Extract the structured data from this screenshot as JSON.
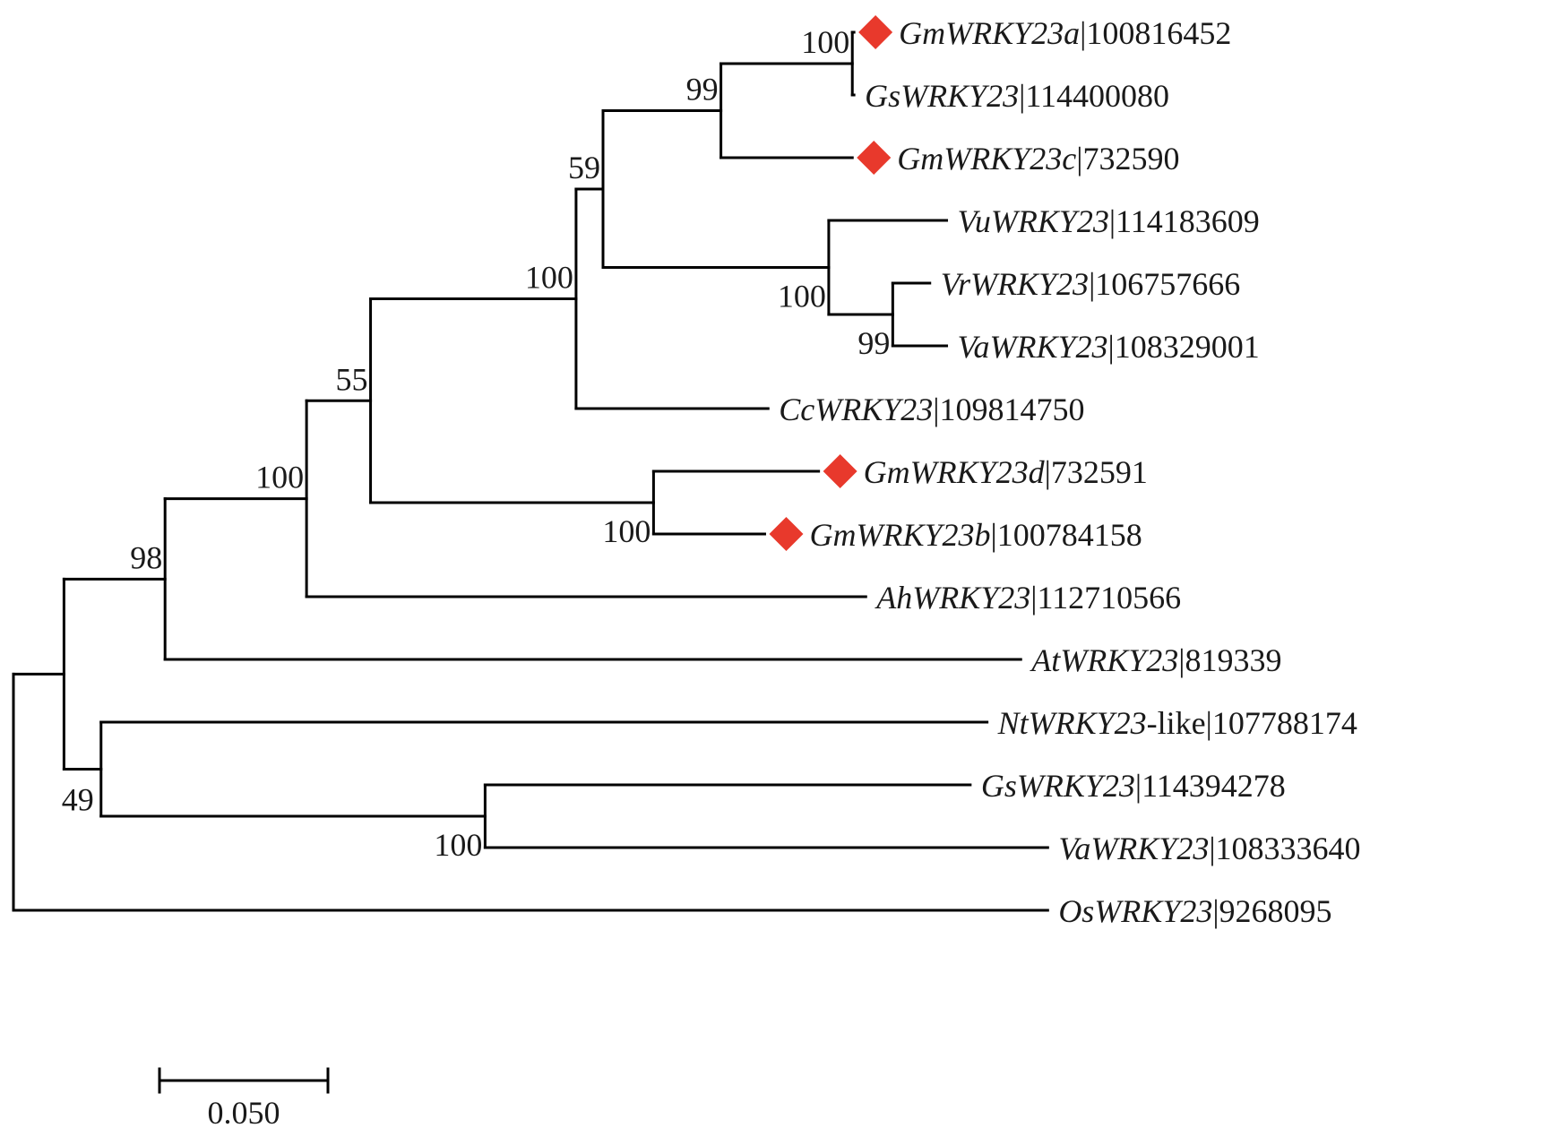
{
  "figure": {
    "marker_color": "#e8392c",
    "line_color": "#000000"
  },
  "tree": {
    "id": "root",
    "length": 0,
    "children": [
      {
        "id": "n_49_98",
        "length": 0.015,
        "children": [
          {
            "id": "n98",
            "length": 0.03,
            "support": "98",
            "support_side": "above",
            "children": [
              {
                "id": "n100a",
                "length": 0.042,
                "support": "100",
                "support_side": "above",
                "children": [
                  {
                    "id": "n55",
                    "length": 0.019,
                    "support": "55",
                    "support_side": "above",
                    "children": [
                      {
                        "id": "n100b",
                        "length": 0.061,
                        "support": "100",
                        "support_side": "above",
                        "children": [
                          {
                            "id": "n59",
                            "length": 0.008,
                            "support": "59",
                            "support_side": "above",
                            "children": [
                              {
                                "id": "n99a",
                                "length": 0.035,
                                "support": "99",
                                "support_side": "above",
                                "children": [
                                  {
                                    "id": "n100c",
                                    "length": 0.039,
                                    "support": "100",
                                    "support_side": "above",
                                    "children": [
                                      {
                                        "id": "GmWRKY23a",
                                        "length": 0.0005,
                                        "gene": "GmWRKY23a",
                                        "suffix": "|100816452",
                                        "marked": true
                                      },
                                      {
                                        "id": "GsWRKY23_a",
                                        "length": 0.0005,
                                        "gene": "GsWRKY23",
                                        "suffix": "|114400080",
                                        "marked": false
                                      }
                                    ]
                                  },
                                  {
                                    "id": "GmWRKY23c",
                                    "length": 0.039,
                                    "gene": "GmWRKY23c",
                                    "suffix": "|732590",
                                    "marked": true
                                  }
                                ]
                              },
                              {
                                "id": "n100d",
                                "length": 0.067,
                                "support": "100",
                                "support_side": "below",
                                "children": [
                                  {
                                    "id": "VuWRKY23",
                                    "length": 0.035,
                                    "gene": "VuWRKY23",
                                    "suffix": "|114183609",
                                    "marked": false
                                  },
                                  {
                                    "id": "n99b",
                                    "length": 0.019,
                                    "support": "99",
                                    "support_side": "below",
                                    "children": [
                                      {
                                        "id": "VrWRKY23",
                                        "length": 0.011,
                                        "gene": "VrWRKY23",
                                        "suffix": "|106757666",
                                        "marked": false
                                      },
                                      {
                                        "id": "VaWRKY23_a",
                                        "length": 0.016,
                                        "gene": "VaWRKY23",
                                        "suffix": "|108329001",
                                        "marked": false
                                      }
                                    ]
                                  }
                                ]
                              }
                            ]
                          },
                          {
                            "id": "CcWRKY23",
                            "length": 0.057,
                            "gene": "CcWRKY23",
                            "suffix": "|109814750",
                            "marked": false
                          }
                        ]
                      },
                      {
                        "id": "n100e",
                        "length": 0.084,
                        "support": "100",
                        "support_side": "below",
                        "children": [
                          {
                            "id": "GmWRKY23d",
                            "length": 0.049,
                            "gene": "GmWRKY23d",
                            "suffix": "|732591",
                            "marked": true
                          },
                          {
                            "id": "GmWRKY23b",
                            "length": 0.033,
                            "gene": "GmWRKY23b",
                            "suffix": "|100784158",
                            "marked": true
                          }
                        ]
                      }
                    ]
                  },
                  {
                    "id": "AhWRKY23",
                    "length": 0.166,
                    "gene": "AhWRKY23",
                    "suffix": "|112710566",
                    "marked": false
                  }
                ]
              },
              {
                "id": "AtWRKY23",
                "length": 0.254,
                "gene": "AtWRKY23",
                "suffix": "|819339",
                "marked": false
              }
            ]
          },
          {
            "id": "n49",
            "length": 0.011,
            "support": "49",
            "support_side": "below-left",
            "children": [
              {
                "id": "NtWRKY23like",
                "length": 0.263,
                "gene": "NtWRKY23",
                "suffix": "-like|107788174",
                "marked": false
              },
              {
                "id": "n100f",
                "length": 0.114,
                "support": "100",
                "support_side": "below",
                "children": [
                  {
                    "id": "GsWRKY23_b",
                    "length": 0.144,
                    "gene": "GsWRKY23",
                    "suffix": "|114394278",
                    "marked": false
                  },
                  {
                    "id": "VaWRKY23_b",
                    "length": 0.167,
                    "gene": "VaWRKY23",
                    "suffix": "|108333640",
                    "marked": false
                  }
                ]
              }
            ]
          }
        ]
      },
      {
        "id": "OsWRKY23",
        "length": 0.307,
        "gene": "OsWRKY23",
        "suffix": "|9268095",
        "marked": false
      }
    ]
  },
  "scale_bar": {
    "length": 0.05,
    "label": "0.050"
  }
}
